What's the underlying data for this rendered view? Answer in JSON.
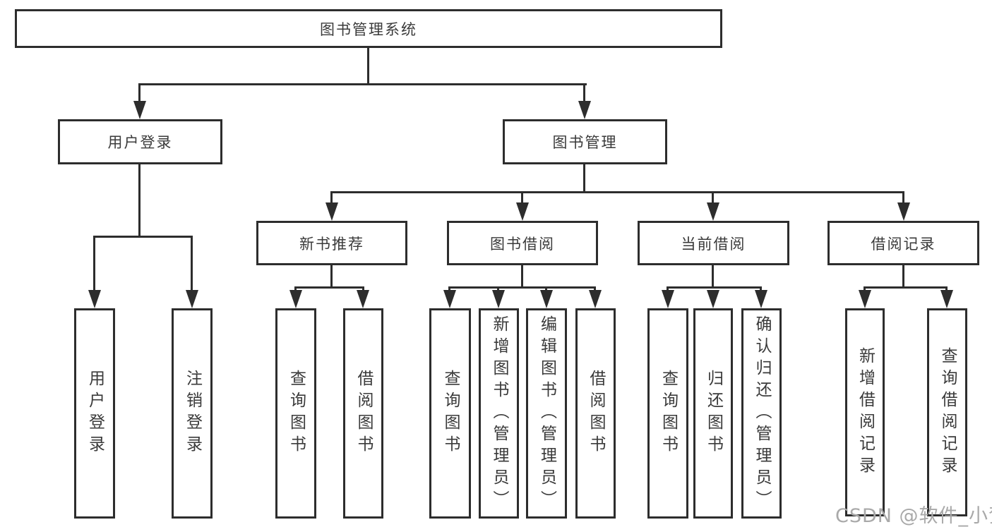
{
  "diagram": {
    "root": "图书管理系统",
    "level2": [
      "用户登录",
      "图书管理"
    ],
    "level3": [
      "新书推荐",
      "图书借阅",
      "当前借阅",
      "借阅记录"
    ],
    "leaves": {
      "user": [
        "用户登录",
        "注销登录"
      ],
      "recommend": [
        "查询图书",
        "借阅图书"
      ],
      "borrow": [
        "查询图书",
        "新增图书（管理员）",
        "编辑图书（管理员）",
        "借阅图书"
      ],
      "current": [
        "查询图书",
        "归还图书",
        "确认归还（管理员）"
      ],
      "records": [
        "新增借阅记录",
        "查询借阅记录"
      ]
    },
    "colors": {
      "line": "#2d2d2d",
      "text": "#3a3a3a",
      "background": "#ffffff",
      "watermark": "#a9a9a9"
    }
  },
  "watermark": {
    "text": "CSDN @软件_小贺同学"
  }
}
